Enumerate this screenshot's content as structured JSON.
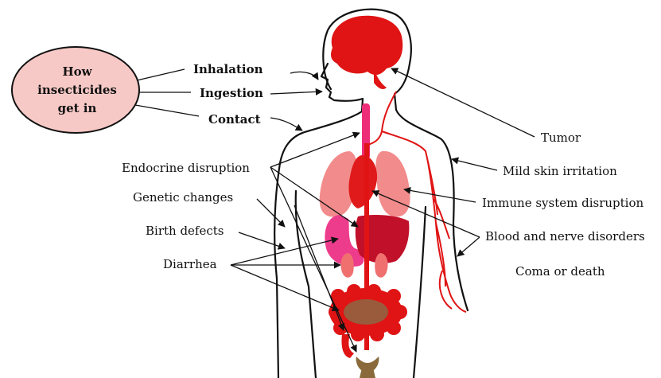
{
  "oval": {
    "line1": "How",
    "line2": "insecticides",
    "line3": "get in",
    "fill": "#f7c9c6"
  },
  "routes": {
    "inhalation": "Inhalation",
    "ingestion": "Ingestion",
    "contact": "Contact"
  },
  "left_effects": {
    "endocrine": "Endocrine disruption",
    "genetic": "Genetic changes",
    "birth": "Birth defects",
    "diarrhea": "Diarrhea"
  },
  "right_effects": {
    "tumor": "Tumor",
    "skin": "Mild skin irritation",
    "immune": "Immune  system disruption",
    "blood": "Blood and nerve disorders",
    "coma": "Coma or death"
  },
  "colors": {
    "brain": "#e01414",
    "vessels": "#e01414",
    "lungs": "#f28b8b",
    "heart": "#e01a1a",
    "liver": "#c0102a",
    "stomach": "#ee3c8c",
    "kidney": "#f07070",
    "intestine_outer": "#e01414",
    "intestine_inner": "#9a5a3c",
    "bladder": "#8a6a3a",
    "trachea": "#ee2d78"
  }
}
